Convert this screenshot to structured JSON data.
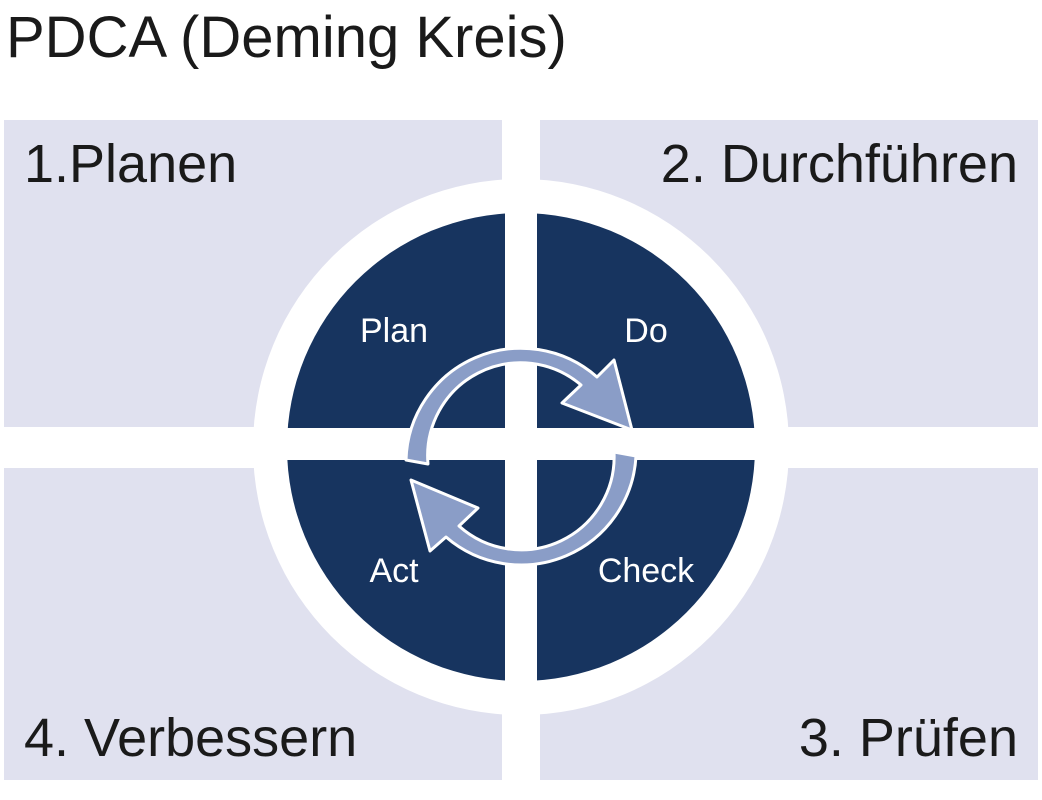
{
  "title": "PDCA (Deming Kreis)",
  "quadrants": {
    "plan": "1.Planen",
    "do": "2. Durchführen",
    "check": "3. Prüfen",
    "act": "4. Verbessern"
  },
  "wheel": {
    "plan": "Plan",
    "do": "Do",
    "check": "Check",
    "act": "Act"
  },
  "colors": {
    "quadrant_background": "#e0e1ef",
    "wheel_fill": "#17345f",
    "arrow_fill": "#8a9dc7",
    "text": "#1a1a1a"
  }
}
